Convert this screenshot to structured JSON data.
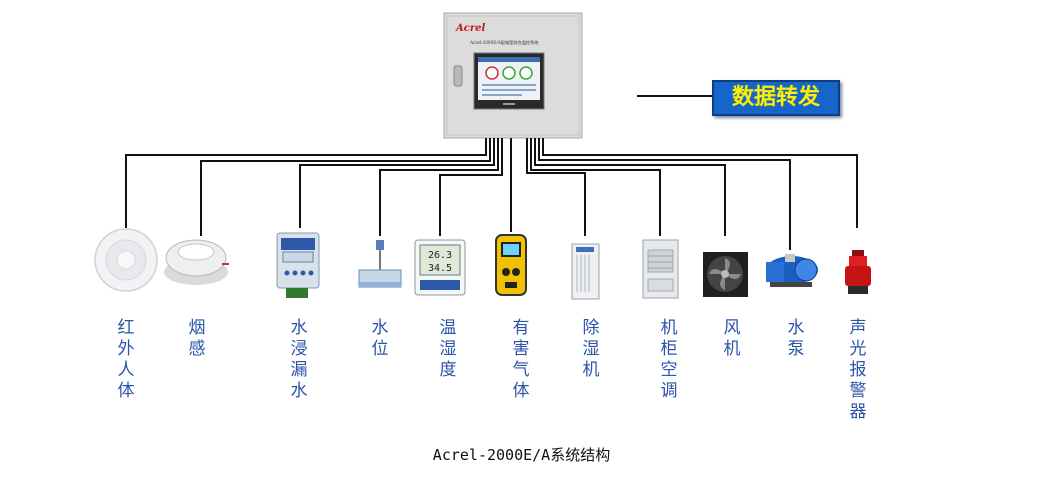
{
  "system_caption": "Acrel-2000E/A系统结构",
  "data_forwarding_label": "数据转发",
  "cabinet": {
    "brand": "Acrel",
    "model_text": "Acrel-2000E/A配电室综合监控系统"
  },
  "devices": [
    {
      "id": "infrared",
      "label": "红外人体"
    },
    {
      "id": "smoke",
      "label": "烟感"
    },
    {
      "id": "water-leak",
      "label": "水浸漏水"
    },
    {
      "id": "water-level",
      "label": "水位"
    },
    {
      "id": "temp-humidity",
      "label": "温湿度",
      "display_top": "26.3",
      "display_bottom": "34.5"
    },
    {
      "id": "harmful-gas",
      "label": "有害气体"
    },
    {
      "id": "dehumidifier",
      "label": "除湿机"
    },
    {
      "id": "cabinet-ac",
      "label": "机柜空调"
    },
    {
      "id": "fan",
      "label": "风机"
    },
    {
      "id": "water-pump",
      "label": "水泵"
    },
    {
      "id": "alarm",
      "label": "声光报警器"
    }
  ]
}
